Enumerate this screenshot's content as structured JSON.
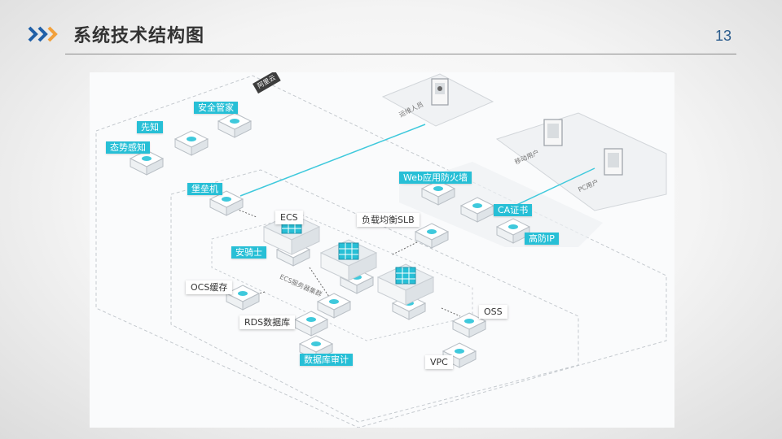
{
  "slide": {
    "title": "系统技术结构图",
    "page_number": "13"
  },
  "diagram": {
    "region_label": "阿里云",
    "ops_user_label": "运维人员",
    "mobile_user_label": "移动用户",
    "pc_user_label": "PC用户",
    "cluster_label": "ECS服务器集群",
    "components": {
      "security_manager": "安全管家",
      "xianzhi": "先知",
      "situation_awareness": "态势感知",
      "bastion_host": "堡垒机",
      "ecs": "ECS",
      "anqishi": "安骑士",
      "ocs_cache": "OCS缓存",
      "rds_database": "RDS数据库",
      "db_audit": "数据库审计",
      "slb": "负载均衡SLB",
      "waf": "Web应用防火墙",
      "ca_cert": "CA证书",
      "ddos_ip": "高防IP",
      "oss": "OSS",
      "vpc": "VPC"
    },
    "colors": {
      "cyan": "#27bfd6",
      "line": "#3fc9dc",
      "dash": "#bfc4c8"
    }
  }
}
